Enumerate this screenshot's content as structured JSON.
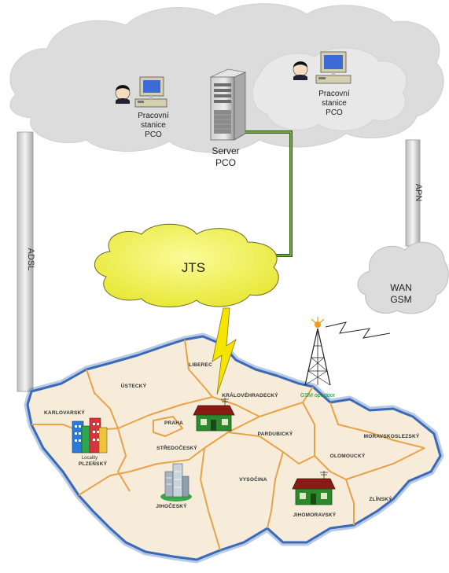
{
  "network": {
    "workstation_left": [
      "Pracovní",
      "stanice",
      "PCO"
    ],
    "workstation_right": [
      "Pracovní",
      "stanice",
      "PCO"
    ],
    "server": [
      "Server",
      "PCO"
    ],
    "jts": "JTS",
    "wan": [
      "WAN",
      "GSM"
    ],
    "adsl": "ADSL",
    "apn": "APN",
    "gsm_operator": "GSM operátor",
    "locality": "Locality"
  },
  "regions": {
    "liberecky": "LIBEREC",
    "ustecky": "ÚSTECKÝ",
    "kralovehradecky": "KRÁLOVÉHRADECKÝ",
    "karlovarsky": "KARLOVARSKÝ",
    "praha": "PRAHA",
    "pardubicky": "PARDUBICKÝ",
    "moravskoslezsky": "MORAVSKOSLEZSKÝ",
    "stredocesky": "STŘEDOČESKÝ",
    "olomoucky": "OLOMOUCKÝ",
    "plzensky": "PLZEŇSKÝ",
    "vysocina": "VYSOČINA",
    "zlinsky": "ZLÍNSKÝ",
    "jihocesky": "JIHOČESKÝ",
    "jihomoravsky": "JIHOMORAVSKÝ"
  },
  "colors": {
    "cloud": "#e3e3e3",
    "jts_cloud": "#f2f25a",
    "map_fill": "#f6ecd9",
    "map_border": "#3a6ab8",
    "region_border": "#e8a24a",
    "link_line": "#4a7a2a",
    "lightning": "#f5e400"
  }
}
